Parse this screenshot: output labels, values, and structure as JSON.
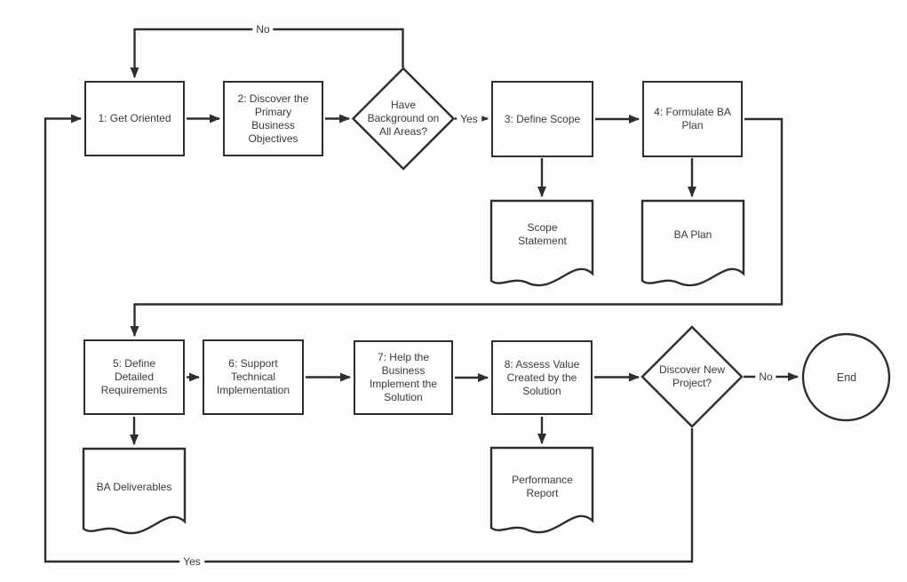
{
  "diagram": {
    "background_color": "#fdfdfd",
    "line_color": "#2e2e2e",
    "text_color": "#3a3a3a"
  },
  "nodes": {
    "step1": {
      "type": "process",
      "label": "1: Get Oriented"
    },
    "step2": {
      "type": "process",
      "label": "2: Discover the\nPrimary\nBusiness\nObjectives"
    },
    "decision1": {
      "type": "decision",
      "label": "Have\nBackground on\nAll Areas?"
    },
    "step3": {
      "type": "process",
      "label": "3: Define Scope"
    },
    "step4": {
      "type": "process",
      "label": "4: Formulate BA\nPlan"
    },
    "doc_scope_statement": {
      "type": "document",
      "label": "Scope\nStatement"
    },
    "doc_ba_plan": {
      "type": "document",
      "label": "BA Plan"
    },
    "step5": {
      "type": "process",
      "label": "5: Define\nDetailed\nRequirements"
    },
    "step6": {
      "type": "process",
      "label": "6: Support\nTechnical\nImplementation"
    },
    "step7": {
      "type": "process",
      "label": "7: Help the\nBusiness\nImplement the\nSolution"
    },
    "step8": {
      "type": "process",
      "label": "8: Assess Value\nCreated by the\nSolution"
    },
    "decision2": {
      "type": "decision",
      "label": "Discover New\nProject?"
    },
    "end": {
      "type": "terminator",
      "label": "End"
    },
    "doc_ba_deliverables": {
      "type": "document",
      "label": "BA Deliverables"
    },
    "doc_performance_report": {
      "type": "document",
      "label": "Performance\nReport"
    }
  },
  "edge_labels": {
    "no_background": "No",
    "yes_background": "Yes",
    "no_new_project": "No",
    "yes_new_project": "Yes"
  }
}
